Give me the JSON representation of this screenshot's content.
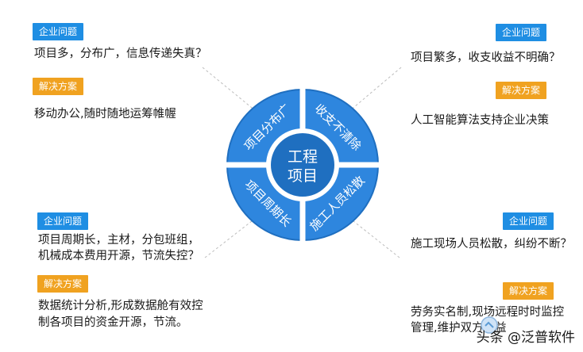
{
  "center": {
    "line1": "工程",
    "line2": "项目"
  },
  "segments": {
    "top_left": "项目分布广",
    "top_right": "收支不清除",
    "bottom_left": "项目周期长",
    "bottom_right": "施工人员松散"
  },
  "panels": {
    "top_left": {
      "problem_badge": "企业问题",
      "problem_text": "项目多，分布广，信息传递失真？",
      "solution_badge": "解决方案",
      "solution_text": "移动办公,随时随地运筹帷幄"
    },
    "top_right": {
      "problem_badge": "企业问题",
      "problem_text": "项目繁多，收支收益不明确？",
      "solution_badge": "解决方案",
      "solution_text": "人工智能算法支持企业决策"
    },
    "bottom_left": {
      "problem_badge": "企业问题",
      "problem_text_1": "项目周期长，主材，分包班组，",
      "problem_text_2": "机械成本费用开源，节流失控？",
      "solution_badge": "解决方案",
      "solution_text_1": "数据统计分析,形成数据舱有效控",
      "solution_text_2": "制各项目的资金开源，节流。"
    },
    "bottom_right": {
      "problem_badge": "企业问题",
      "problem_text": "施工现场人员松散，纠纷不断？",
      "solution_badge": "解决方案",
      "solution_text_1": "劳务实名制,现场远程时时监控",
      "solution_text_2": "管理,维护双方权益"
    }
  },
  "watermark": {
    "text": "头条 @泛普软件",
    "logo_text": "泛普软件"
  },
  "colors": {
    "ring": "#2e86de",
    "ring_dark": "#1f6fc0",
    "center": "#1f6fc0",
    "badge_blue": "#1f8ee3",
    "badge_orange": "#f0a220",
    "connector": "#bdbdbd"
  }
}
